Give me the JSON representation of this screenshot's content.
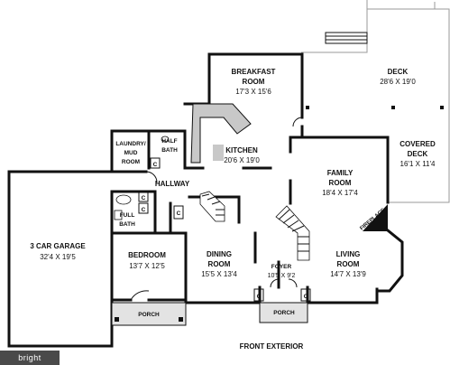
{
  "rooms": {
    "breakfast": {
      "name": "BREAKFAST ROOM",
      "line1": "BREAKFAST",
      "line2": "ROOM",
      "size": "17'3 X 15'6"
    },
    "deck": {
      "name": "DECK",
      "size": "28'6 X 19'0"
    },
    "kitchen": {
      "name": "KITCHEN",
      "size": "20'6 X 19'0"
    },
    "laundry": {
      "line1": "LAUNDRY/",
      "line2": "MUD",
      "line3": "ROOM"
    },
    "half_bath": {
      "line1": "HALF",
      "line2": "BATH"
    },
    "covered_deck": {
      "line1": "COVERED",
      "line2": "DECK",
      "size": "16'1 X 11'4"
    },
    "family": {
      "line1": "FAMILY",
      "line2": "ROOM",
      "size": "18'4 X 17'4"
    },
    "hallway": {
      "name": "HALLWAY"
    },
    "fireplace": {
      "name": "FIREPLACE"
    },
    "full_bath": {
      "line1": "FULL",
      "line2": "BATH"
    },
    "garage": {
      "name": "3 CAR GARAGE",
      "size": "32'4 X 19'5"
    },
    "bedroom": {
      "name": "BEDROOM",
      "size": "13'7 X 12'5"
    },
    "dining": {
      "line1": "DINING",
      "line2": "ROOM",
      "size": "15'5 X 13'4"
    },
    "living": {
      "line1": "LIVING",
      "line2": "ROOM",
      "size": "14'7 X 13'9"
    },
    "foyer": {
      "name": "FOYER",
      "size": "10'5 X 9'2"
    },
    "porch_left": {
      "name": "PORCH"
    },
    "porch_front": {
      "name": "PORCH"
    }
  },
  "closet_marker": "C",
  "front_label": "FRONT EXTERIOR",
  "watermark": "bright"
}
